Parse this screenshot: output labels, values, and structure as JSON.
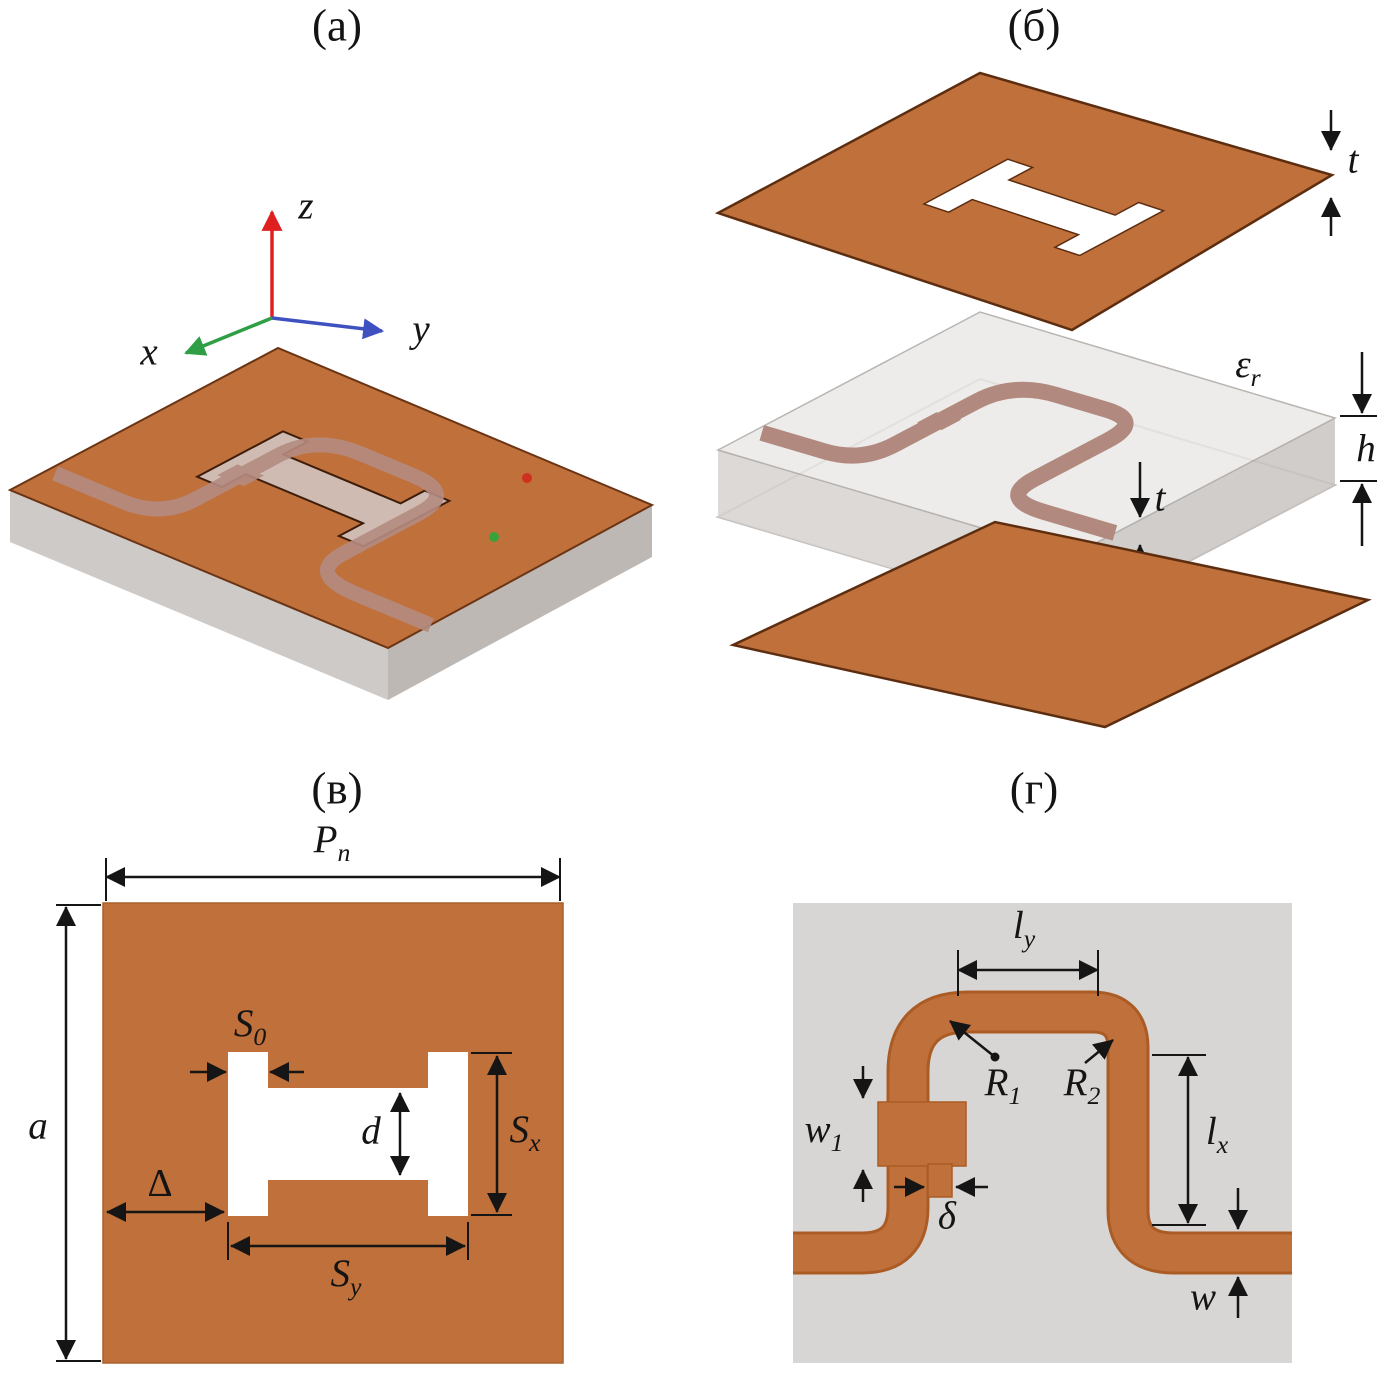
{
  "panels": {
    "a": {
      "label": "(а)",
      "axes": {
        "z": "z",
        "y": "y",
        "x": "x"
      }
    },
    "b": {
      "label": "(б)",
      "dims": {
        "t_top": "t",
        "epsilon_base": "ε",
        "epsilon_sub": "r",
        "h": "h",
        "t_feed": "t"
      }
    },
    "v": {
      "label": "(в)",
      "dims": {
        "Pn_base": "P",
        "Pn_sub": "n",
        "a": "a",
        "S0_base": "S",
        "S0_sub": "0",
        "d": "d",
        "Sx_base": "S",
        "Sx_sub": "x",
        "Sy_base": "S",
        "Sy_sub": "y",
        "delta": "Δ"
      }
    },
    "g": {
      "label": "(г)",
      "dims": {
        "ly_base": "l",
        "ly_sub": "y",
        "R1_base": "R",
        "R1_sub": "1",
        "R2_base": "R",
        "R2_sub": "2",
        "w1_base": "w",
        "w1_sub": "1",
        "delta": "δ",
        "lx_base": "l",
        "lx_sub": "x",
        "w": "w"
      }
    }
  },
  "colors": {
    "copper": "#c0703a",
    "copper_edge": "#5d2d10",
    "feed_line_translucent": "#b48b81",
    "substrate_gray": "#eae8e6",
    "panel_g_background": "#d8d6d4",
    "axis_z_red": "#e02020",
    "axis_y_blue": "#3f51c1",
    "axis_x_green": "#2f9e44",
    "dimension_black": "#151515"
  }
}
